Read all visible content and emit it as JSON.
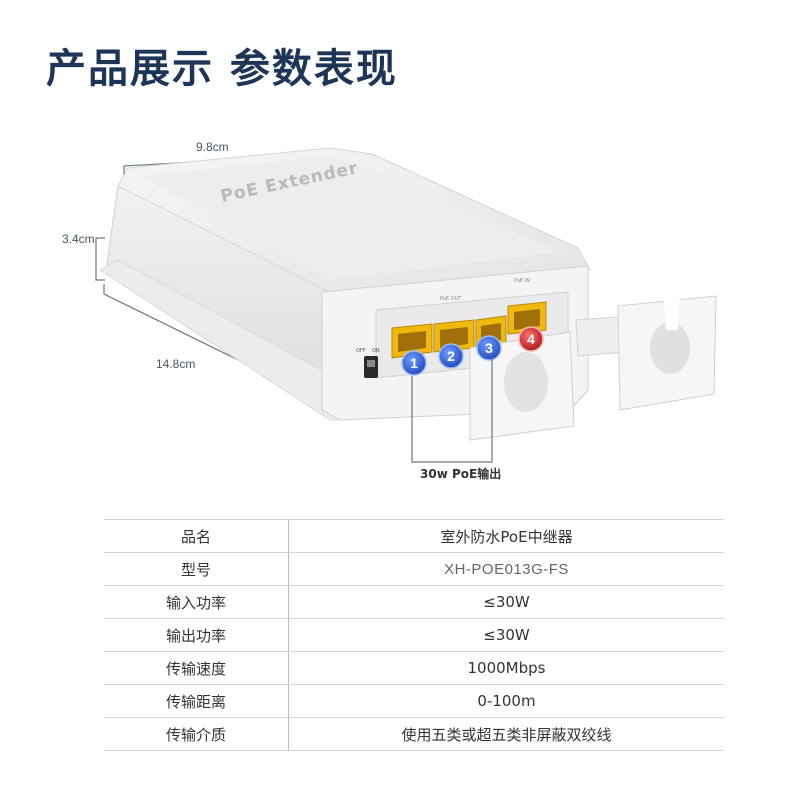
{
  "header": {
    "title": "产品展示 参数表现"
  },
  "figure": {
    "width_label": "9.8cm",
    "height_label": "3.4cm",
    "length_label": "14.8cm",
    "device_label": "PoE Extender",
    "port_group_out": "PoE OUT",
    "port_group_in": "PoE IN",
    "port_numbers": [
      "1",
      "2",
      "3",
      "4"
    ],
    "switch_labels": [
      "OFF",
      "ON"
    ],
    "callout": "30w PoE输出",
    "badge_colors": {
      "out": "#2f5fd0",
      "in": "#c62828"
    }
  },
  "specs": [
    {
      "key": "品名",
      "value": "室外防水PoE中继器"
    },
    {
      "key": "型号",
      "value": "XH-POE013G-FS"
    },
    {
      "key": "输入功率",
      "value": "≤30W"
    },
    {
      "key": "输出功率",
      "value": "≤30W"
    },
    {
      "key": "传输速度",
      "value": "1000Mbps"
    },
    {
      "key": "传输距离",
      "value": "0-100m"
    },
    {
      "key": "传输介质",
      "value": "使用五类或超五类非屏蔽双绞线"
    }
  ]
}
